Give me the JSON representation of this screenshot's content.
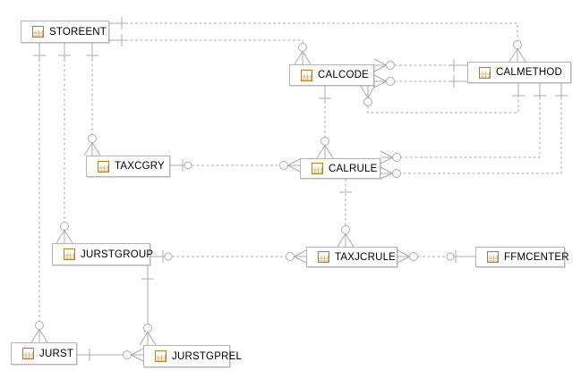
{
  "diagram": {
    "title": "entity-relationship-diagram",
    "background_color": "#ffffff",
    "line_color": "#acacac",
    "entity_border_color": "#b5b5b5",
    "entity_fill_color": "#ffffff",
    "entity_text_color": "#000000",
    "icon": {
      "name": "table-icon",
      "header_color": "#e0922a",
      "border_color": "#a8802f",
      "grid_color": "#d7ba81"
    }
  },
  "entities": [
    {
      "id": "storeent",
      "label": "STOREENT"
    },
    {
      "id": "calcode",
      "label": "CALCODE"
    },
    {
      "id": "calmethod",
      "label": "CALMETHOD"
    },
    {
      "id": "taxcgry",
      "label": "TAXCGRY"
    },
    {
      "id": "calrule",
      "label": "CALRULE"
    },
    {
      "id": "jurstgroup",
      "label": "JURSTGROUP"
    },
    {
      "id": "taxjcrule",
      "label": "TAXJCRULE"
    },
    {
      "id": "ffmcenter",
      "label": "FFMCENTER"
    },
    {
      "id": "jurst",
      "label": "JURST"
    },
    {
      "id": "jurstgprel",
      "label": "JURSTGPREL"
    }
  ],
  "relationships": [
    {
      "name": "storeent-calmethod",
      "from": "STOREENT",
      "from_card": "one",
      "to": "CALMETHOD",
      "to_card": "zero-or-many",
      "line": "dashed"
    },
    {
      "name": "storeent-calcode",
      "from": "STOREENT",
      "from_card": "one",
      "to": "CALCODE",
      "to_card": "zero-or-many",
      "line": "dashed"
    },
    {
      "name": "storeent-jurst",
      "from": "STOREENT",
      "from_card": "one",
      "to": "JURST",
      "to_card": "zero-or-many",
      "line": "dashed"
    },
    {
      "name": "storeent-jurstgroup",
      "from": "STOREENT",
      "from_card": "one",
      "to": "JURSTGROUP",
      "to_card": "zero-or-many",
      "line": "dashed"
    },
    {
      "name": "storeent-taxcgry",
      "from": "STOREENT",
      "from_card": "one",
      "to": "TAXCGRY",
      "to_card": "zero-or-many",
      "line": "dashed"
    },
    {
      "name": "calcode-calrule",
      "from": "CALCODE",
      "from_card": "one",
      "to": "CALRULE",
      "to_card": "zero-or-many",
      "line": "dashed"
    },
    {
      "name": "calmethod-calcode-a",
      "from": "CALMETHOD",
      "from_card": "one",
      "to": "CALCODE",
      "to_card": "zero-or-many",
      "line": "dashed"
    },
    {
      "name": "calmethod-calcode-b",
      "from": "CALMETHOD",
      "from_card": "one",
      "to": "CALCODE",
      "to_card": "zero-or-many",
      "line": "dashed"
    },
    {
      "name": "calmethod-calcode-c",
      "from": "CALMETHOD",
      "from_card": "one",
      "to": "CALCODE",
      "to_card": "zero-or-many",
      "line": "dashed"
    },
    {
      "name": "calmethod-calrule-a",
      "from": "CALMETHOD",
      "from_card": "one",
      "to": "CALRULE",
      "to_card": "zero-or-many",
      "line": "dashed"
    },
    {
      "name": "calmethod-calrule-b",
      "from": "CALMETHOD",
      "from_card": "one",
      "to": "CALRULE",
      "to_card": "zero-or-many",
      "line": "dashed"
    },
    {
      "name": "taxcgry-calrule",
      "from": "TAXCGRY",
      "from_card": "zero-or-one",
      "to": "CALRULE",
      "to_card": "zero-or-many",
      "line": "dashed"
    },
    {
      "name": "calrule-taxjcrule",
      "from": "CALRULE",
      "from_card": "one",
      "to": "TAXJCRULE",
      "to_card": "zero-or-many",
      "line": "dashed"
    },
    {
      "name": "jurstgroup-taxjcrule",
      "from": "JURSTGROUP",
      "from_card": "zero-or-one",
      "to": "TAXJCRULE",
      "to_card": "zero-or-many",
      "line": "dashed"
    },
    {
      "name": "ffmcenter-taxjcrule",
      "from": "FFMCENTER",
      "from_card": "zero-or-one",
      "to": "TAXJCRULE",
      "to_card": "zero-or-many",
      "line": "dashed"
    },
    {
      "name": "jurstgroup-jurstgprel",
      "from": "JURSTGROUP",
      "from_card": "one",
      "to": "JURSTGPREL",
      "to_card": "zero-or-many",
      "line": "solid"
    },
    {
      "name": "jurst-jurstgprel",
      "from": "JURST",
      "from_card": "one",
      "to": "JURSTGPREL",
      "to_card": "zero-or-many",
      "line": "solid"
    }
  ]
}
